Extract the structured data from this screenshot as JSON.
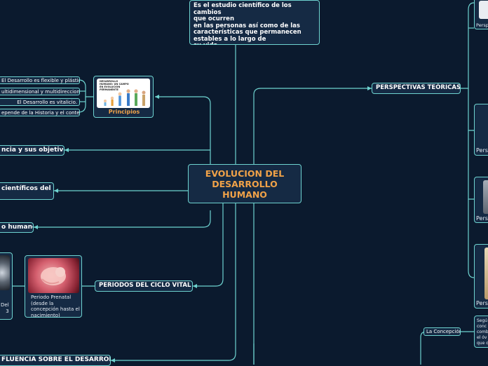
{
  "center": {
    "title": "EVOLUCION DEL\nDESARROLLO\nHUMANO"
  },
  "definition": {
    "text": "Es el estudio científico de los cambios\nque ocurren\nen las personas así como de las\ncaracterísticas que permanecen\nestables a lo largo de\nsu vida."
  },
  "principles": {
    "label": "Principios",
    "image_caption": "DESARROLLO HUMANO: UN CAMPO EN EVOLUCIÓN PERMANENTE",
    "items": [
      "El Desarrollo es flexible y plástico.",
      "ultidimensional y multidireccional.",
      "El Desarrollo es vitalicio.",
      "epende de la Historia y el contexto."
    ]
  },
  "left_branches": {
    "objectives": "ncia y sus objetivos",
    "scientific": "científicos del",
    "human": "o humano",
    "influence": "FLUENCIA SOBRE EL DESARROLLO"
  },
  "periods": {
    "label": "PERIODOS DEL CICLO VITAL",
    "prenatal_card": "Periodo Prenatal\n(desde la\nconcepción hasta el\nnacimiento)",
    "left_card": "Del\n3"
  },
  "perspectives": {
    "label": "PERSPECTIVAS TEÓRICAS",
    "items": [
      "Persp",
      "Pers",
      "Pers",
      "Pers"
    ]
  },
  "conception": {
    "label": "La Concepción",
    "note": "Segú\nconc\ncomb\nel óv\nque d"
  }
}
